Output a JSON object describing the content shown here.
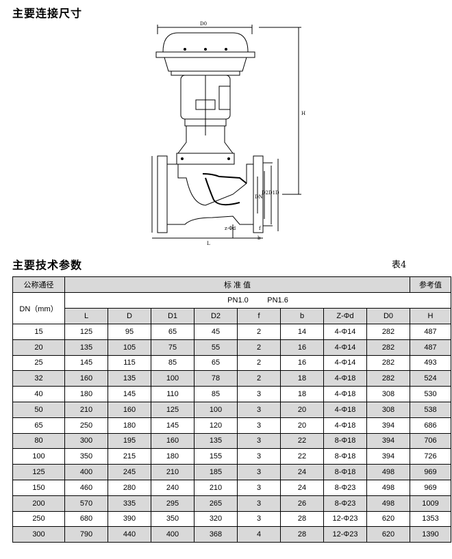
{
  "headings": {
    "dimensions": "主要连接尺寸",
    "specs": "主要技术参数"
  },
  "table_ref": "表4",
  "drawing_labels": {
    "D0": "D0",
    "H": "H",
    "L": "L",
    "DN": "DN",
    "D2": "D2",
    "D1": "D1",
    "D": "D",
    "zd": "z-Φd",
    "f": "f",
    "b": "b"
  },
  "table": {
    "nominal_header": "公称通径",
    "standard_header": "标   准   值",
    "reference_header": "参考值",
    "dn_header": "DN（mm）",
    "pressure": "PN1.0         PN1.6",
    "columns": [
      "L",
      "D",
      "D1",
      "D2",
      "f",
      "b",
      "Z-Φd",
      "D0",
      "H"
    ],
    "rows": [
      [
        "15",
        "125",
        "95",
        "65",
        "45",
        "2",
        "14",
        "4-Φ14",
        "282",
        "487"
      ],
      [
        "20",
        "135",
        "105",
        "75",
        "55",
        "2",
        "16",
        "4-Φ14",
        "282",
        "487"
      ],
      [
        "25",
        "145",
        "115",
        "85",
        "65",
        "2",
        "16",
        "4-Φ14",
        "282",
        "493"
      ],
      [
        "32",
        "160",
        "135",
        "100",
        "78",
        "2",
        "18",
        "4-Φ18",
        "282",
        "524"
      ],
      [
        "40",
        "180",
        "145",
        "110",
        "85",
        "3",
        "18",
        "4-Φ18",
        "308",
        "530"
      ],
      [
        "50",
        "210",
        "160",
        "125",
        "100",
        "3",
        "20",
        "4-Φ18",
        "308",
        "538"
      ],
      [
        "65",
        "250",
        "180",
        "145",
        "120",
        "3",
        "20",
        "4-Φ18",
        "394",
        "686"
      ],
      [
        "80",
        "300",
        "195",
        "160",
        "135",
        "3",
        "22",
        "8-Φ18",
        "394",
        "706"
      ],
      [
        "100",
        "350",
        "215",
        "180",
        "155",
        "3",
        "22",
        "8-Φ18",
        "394",
        "726"
      ],
      [
        "125",
        "400",
        "245",
        "210",
        "185",
        "3",
        "24",
        "8-Φ18",
        "498",
        "969"
      ],
      [
        "150",
        "460",
        "280",
        "240",
        "210",
        "3",
        "24",
        "8-Φ23",
        "498",
        "969"
      ],
      [
        "200",
        "570",
        "335",
        "295",
        "265",
        "3",
        "26",
        "8-Φ23",
        "498",
        "1009"
      ],
      [
        "250",
        "680",
        "390",
        "350",
        "320",
        "3",
        "28",
        "12-Φ23",
        "620",
        "1353"
      ],
      [
        "300",
        "790",
        "440",
        "400",
        "368",
        "4",
        "28",
        "12-Φ23",
        "620",
        "1390"
      ]
    ]
  }
}
